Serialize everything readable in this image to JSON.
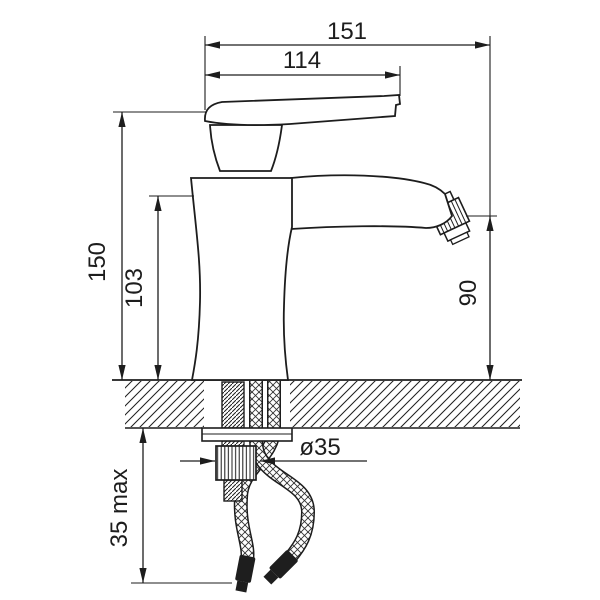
{
  "colors": {
    "background": "#ffffff",
    "ink": "#1d1d1d"
  },
  "drawing": {
    "type": "technical-dimension-drawing",
    "subject": "single-lever bidet mixer tap, side view with mounting parts",
    "dimensions": {
      "total_width": "151",
      "handle_width": "114",
      "total_height": "150",
      "body_height": "103",
      "spout_height": "90",
      "shank_diameter": "ø35",
      "max_deck_thickness": "35 max"
    }
  }
}
